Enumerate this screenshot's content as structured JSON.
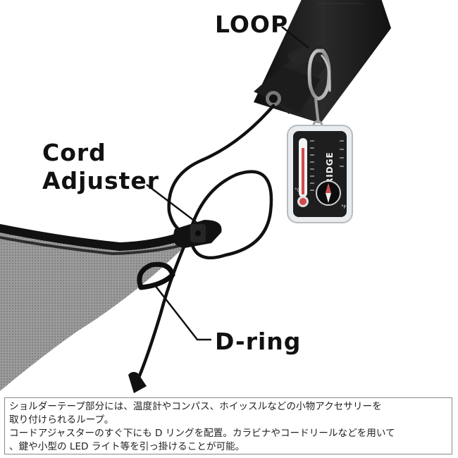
{
  "callouts": {
    "loop": "LOOP",
    "cord_adjuster_line1": "Cord",
    "cord_adjuster_line2": "Adjuster",
    "d_ring": "D-ring"
  },
  "thermometer_tag": {
    "brand": "RIDGE",
    "unit_c": "°C",
    "unit_f": "°F"
  },
  "caption": {
    "line1": "ショルダーテープ部分には、温度計やコンパス、ホイッスルなどの小物アクセサリーを",
    "line2": "取り付けられるループ。",
    "line3": "コードアジャスターのすぐ下にも D リングを配置。カラビナやコードリールなどを用いて",
    "line4": "、鍵や小型の LED ライト等を引っ掛けることが可能。"
  },
  "colors": {
    "strap": "#1a1a1a",
    "cord": "#111111",
    "mesh": "#8c8c8c",
    "carabiner": "#9a9a9a"
  }
}
